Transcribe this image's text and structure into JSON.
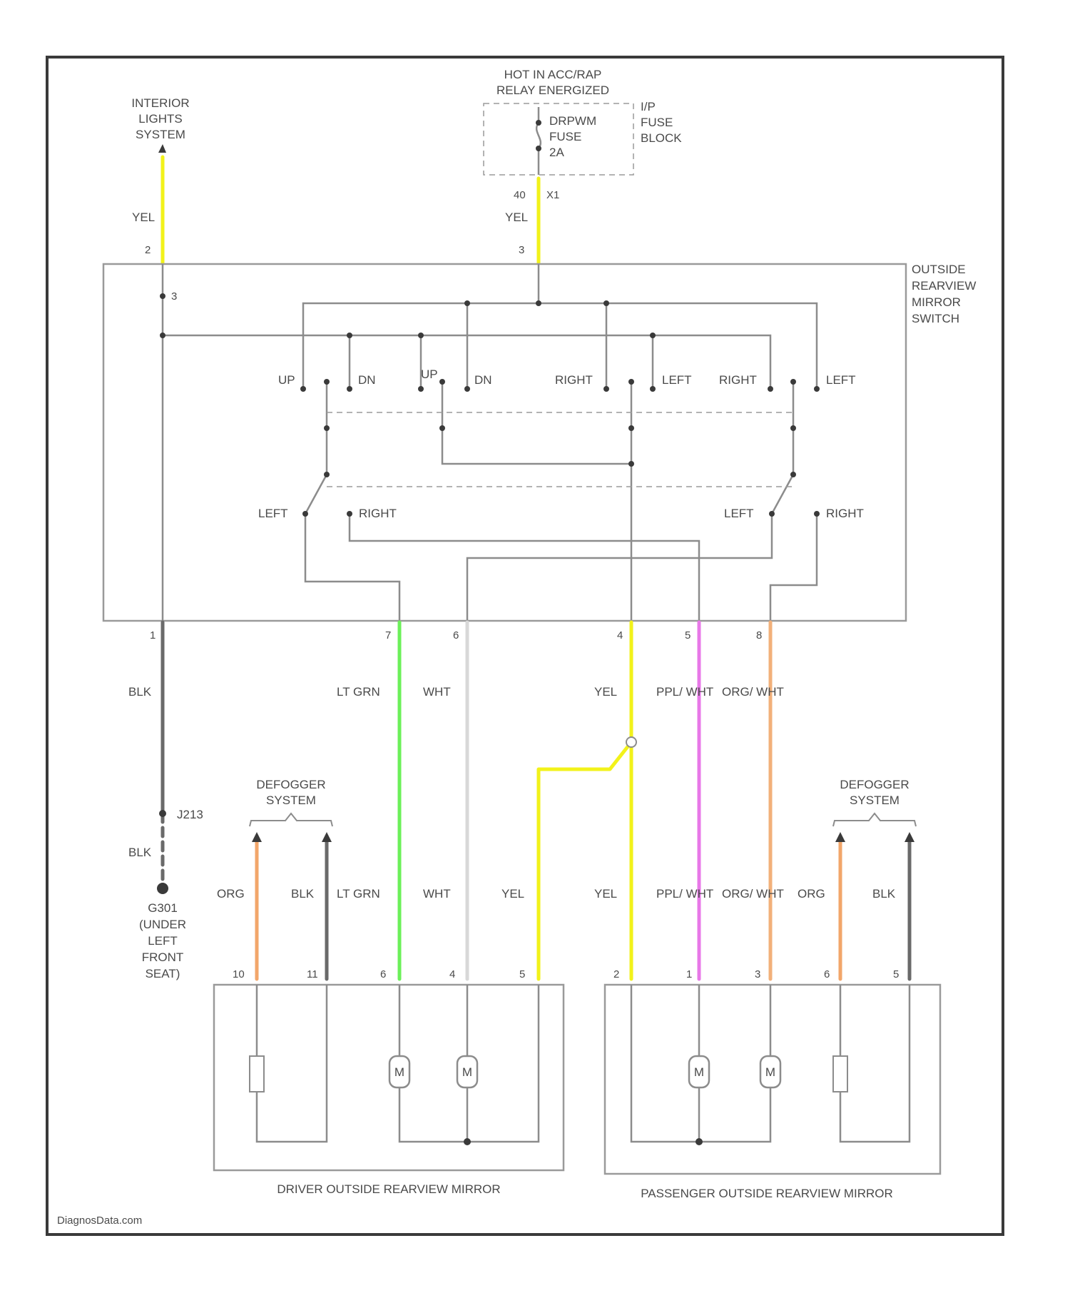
{
  "colors": {
    "YEL": "#f2f21a",
    "LT GRN": "#6cf05a",
    "WHT": "#d8d8d8",
    "BLK": "#6a6a6a",
    "PPL/WHT": "#e878e8",
    "ORG/WHT": "#f2b07a",
    "ORG": "#f2a66a",
    "frame": "#3a3a3a",
    "internal": "#8c8c8c"
  },
  "labels": {
    "interior_lights": "INTERIOR LIGHTS SYSTEM",
    "hot_in": "HOT IN ACC/RAP RELAY ENERGIZED",
    "fuse": "DRPWM FUSE 2A",
    "ip_fuse_block": "I/P FUSE BLOCK",
    "switch": "OUTSIDE REARVIEW MIRROR SWITCH",
    "defogger_left": "DEFOGGER SYSTEM",
    "defogger_right": "DEFOGGER SYSTEM",
    "ground": "G301 (UNDER LEFT FRONT SEAT)",
    "splice": "J213",
    "driver_mirror": "DRIVER OUTSIDE REARVIEW MIRROR",
    "passenger_mirror": "PASSENGER OUTSIDE REARVIEW MIRROR",
    "watermark": "DiagnosData.com"
  },
  "pins": {
    "fuse_lower_left": "40",
    "fuse_lower_right": "X1",
    "sw_top_left": "2",
    "sw_top_right": "3",
    "sw_inner": "3",
    "sw_b1": "1",
    "sw_b2": "7",
    "sw_b3": "6",
    "sw_b4": "4",
    "sw_b5": "5",
    "sw_b6": "8",
    "dm1": "10",
    "dm2": "11",
    "dm3": "6",
    "dm4": "4",
    "dm5": "5",
    "pm1": "2",
    "pm2": "1",
    "pm3": "3",
    "pm4": "6",
    "pm5": "5"
  },
  "switch_labels": {
    "up1": "UP",
    "dn1": "DN",
    "up2": "UP",
    "dn2": "DN",
    "right1": "RIGHT",
    "left1": "LEFT",
    "right2": "RIGHT",
    "left2": "LEFT",
    "sel_left1": "LEFT",
    "sel_right1": "RIGHT",
    "sel_left2": "LEFT",
    "sel_right2": "RIGHT"
  },
  "wire_labels": {
    "yel_left": "YEL",
    "yel_right": "YEL",
    "blk_top": "BLK",
    "blk_bottom": "BLK",
    "ltgrn_top": "LT GRN",
    "wht_top": "WHT",
    "yel_top": "YEL",
    "pplwht_top": "PPL/ WHT",
    "orgwht_top": "ORG/ WHT",
    "org_dl": "ORG",
    "blk_dl": "BLK",
    "ltgrn_bot": "LT GRN",
    "wht_bot": "WHT",
    "yel_bot_l": "YEL",
    "yel_bot_r": "YEL",
    "pplwht_bot": "PPL/ WHT",
    "orgwht_bot": "ORG/ WHT",
    "org_dr": "ORG",
    "blk_dr": "BLK"
  },
  "components": {
    "motor": "M",
    "heater": "HTR"
  }
}
